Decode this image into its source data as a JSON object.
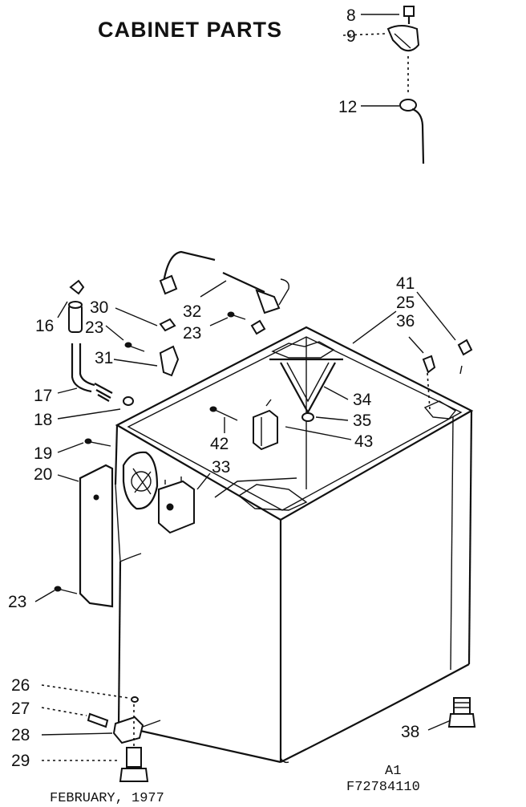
{
  "title": "CABINET PARTS",
  "footer": {
    "date": "FEBRUARY, 1977",
    "code_line1": "A1",
    "code_line2": "F72784110"
  },
  "callouts": [
    "8",
    "9",
    "12",
    "16",
    "30",
    "23",
    "32",
    "23",
    "31",
    "17",
    "18",
    "41",
    "25",
    "36",
    "34",
    "35",
    "43",
    "42",
    "33",
    "19",
    "20",
    "23",
    "26",
    "27",
    "28",
    "29",
    "38"
  ]
}
